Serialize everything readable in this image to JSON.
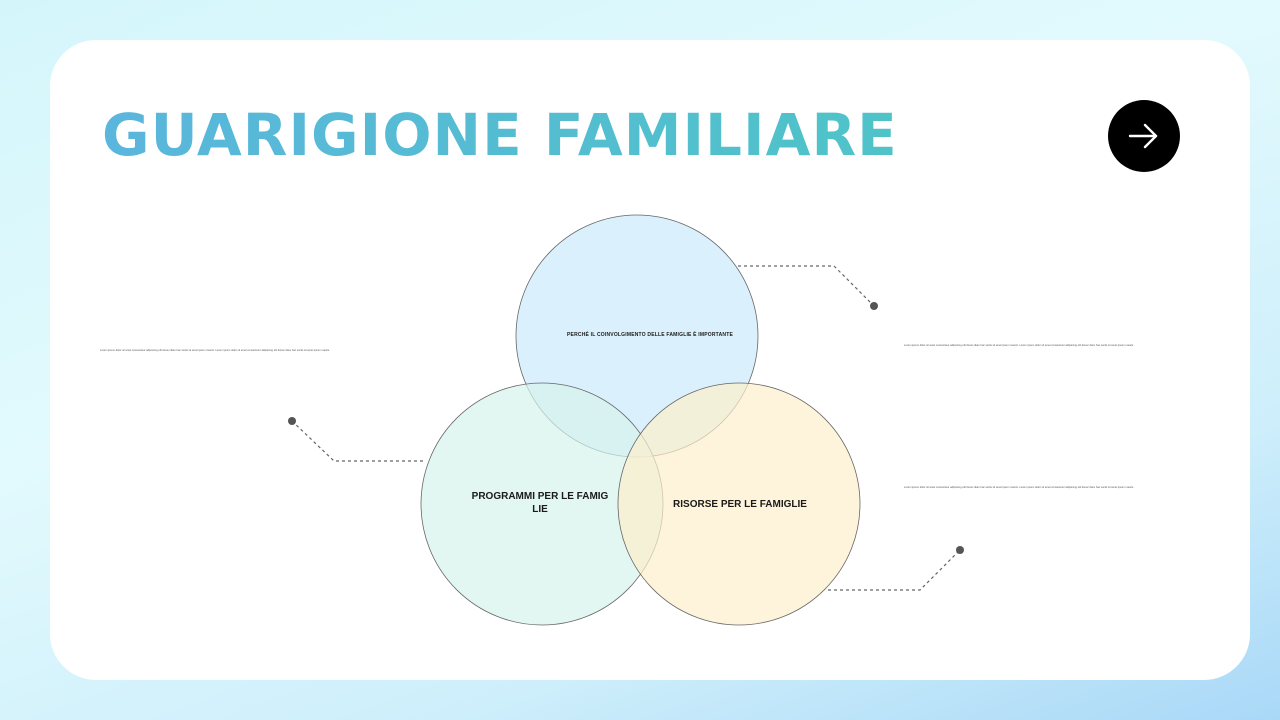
{
  "slide": {
    "title": "GUARIGIONE FAMILIARE",
    "next_button": {
      "icon": "arrow-right-icon"
    }
  },
  "venn": {
    "circles": [
      {
        "label": "PERCHÉ IL COINVOLGIMENTO DELLE FAMIGLIE È IMPORTANTE",
        "color": "#d6effb"
      },
      {
        "label": "PROGRAMMI PER LE FAMIGLIE",
        "color": "#daf3ee"
      },
      {
        "label": "RISORSE PER LE FAMIGLIE",
        "color": "#fdf0d2"
      }
    ],
    "descriptions": {
      "left": "Lorem ipsum dolor sit amet consectetur adipiscing elit donec diam hac sociis sit amet ipsum mauris. Lorem ipsum dolor sit amet consectetur adipiscing elit donec diam hac sociis sit amet ipsum mauris.",
      "right_top": "Lorem ipsum dolor sit amet consectetur adipiscing elit donec diam hac sociis sit amet ipsum mauris. Lorem ipsum dolor sit amet consectetur adipiscing elit donec diam hac sociis sit amet ipsum mauris.",
      "right_bottom": "Lorem ipsum dolor sit amet consectetur adipiscing elit donec diam hac sociis sit amet ipsum mauris. Lorem ipsum dolor sit amet consectetur adipiscing elit donec diam hac sociis sit amet ipsum mauris."
    }
  }
}
